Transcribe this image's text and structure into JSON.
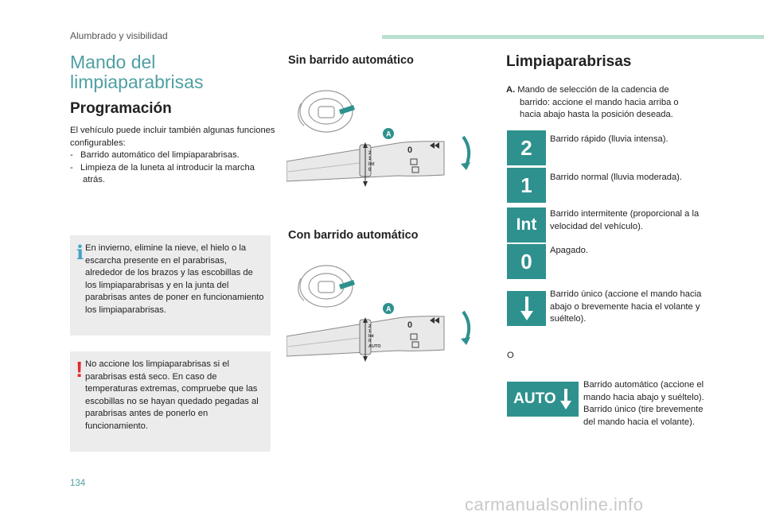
{
  "header": {
    "section": "Alumbrado y visibilidad"
  },
  "left": {
    "title": "Mando del limpiaparabrisas",
    "programming_title": "Programación",
    "intro": "El vehículo puede incluir también algunas funciones configurables:",
    "items": [
      "-   Barrido automático del limpiaparabrisas.",
      "-   Limpieza de la luneta al introducir la marcha atrás."
    ],
    "info_note": "En invierno, elimine la nieve, el hielo o la escarcha presente en el parabrisas, alrededor de los brazos y las escobillas de los limpiaparabrisas y en la junta del parabrisas antes de poner en funcionamiento los limpiaparabrisas.",
    "warning_note": "No accione los limpiaparabrisas si el parabrisas está seco. En caso de temperaturas extremas, compruebe que las escobillas no se hayan quedado pegadas al parabrisas antes de ponerlo en funcionamiento.",
    "info_symbol": "i",
    "warning_symbol": "!"
  },
  "middle": {
    "title_manual": "Sin barrido automático",
    "title_auto": "Con barrido automático",
    "diagram1": {
      "callout": "A",
      "positions": [
        "2",
        "1",
        "Int",
        "0"
      ],
      "zero": "0"
    },
    "diagram2": {
      "callout": "A",
      "positions": [
        "2",
        "1",
        "Int",
        "0",
        "AUTO"
      ],
      "zero": "0"
    }
  },
  "right": {
    "title": "Limpiaparabrisas",
    "a_label": "A.",
    "a_text": "Mando de selección de la cadencia de barrido: accione el mando hacia arriba o hacia abajo hasta la posición deseada.",
    "rows": [
      {
        "symbol": "2",
        "text": "Barrido rápido (lluvia intensa)."
      },
      {
        "symbol": "1",
        "text": "Barrido normal (lluvia moderada)."
      },
      {
        "symbol": "Int",
        "text": "Barrido intermitente (proporcional a la velocidad del vehículo)."
      },
      {
        "symbol": "0",
        "text": "Apagado."
      },
      {
        "symbol": "",
        "text": "Barrido único (accione el mando hacia abajo o brevemente hacia el volante y suéltelo)."
      }
    ],
    "or": "O",
    "auto_symbol": "AUTO",
    "auto_text": "Barrido automático (accione el mando hacia abajo y suéltelo).",
    "auto_text2": "Barrido único (tire brevemente del mando hacia el volante)."
  },
  "colors": {
    "teal": "#2e918e",
    "title_teal": "#4f9fa2",
    "note_bg": "#ececec",
    "warning_red": "#e22b2b",
    "info_blue": "#45a2c4"
  },
  "footer": {
    "page": "134",
    "watermark": "carmanualsonline.info"
  }
}
